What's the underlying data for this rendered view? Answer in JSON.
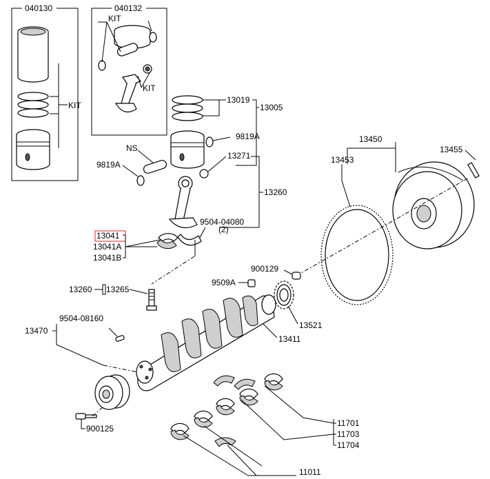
{
  "labels": {
    "box_left_title": "040130",
    "box_right_title": "040132",
    "kit_top": "KIT",
    "kit_bottom": "KIT",
    "kit_rings": "KIT",
    "p13019": "13019",
    "p13005": "13005",
    "p9819A_right": "9819A",
    "pNS": "NS",
    "p9819A_left": "9819A",
    "p13271": "13271",
    "p13260_right": "13260",
    "p9504_04080": "9504-04080",
    "qty_2": "(2)",
    "p13041": "13041",
    "p13041A": "13041A",
    "p13041B": "13041B",
    "p13260_left": "13260",
    "p13265": "13265",
    "p13450": "13450",
    "p13453": "13453",
    "p13455": "13455",
    "p900129": "900129",
    "p9509A": "9509A",
    "p13521": "13521",
    "p13411": "13411",
    "p13470": "13470",
    "p9504_08160": "9504-08160",
    "p900125": "900125",
    "p11701": "11701",
    "p11703": "11703",
    "p11704": "11704",
    "p11011": "11011"
  },
  "colors": {
    "highlight_box": "#e02020",
    "line": "#000000"
  }
}
